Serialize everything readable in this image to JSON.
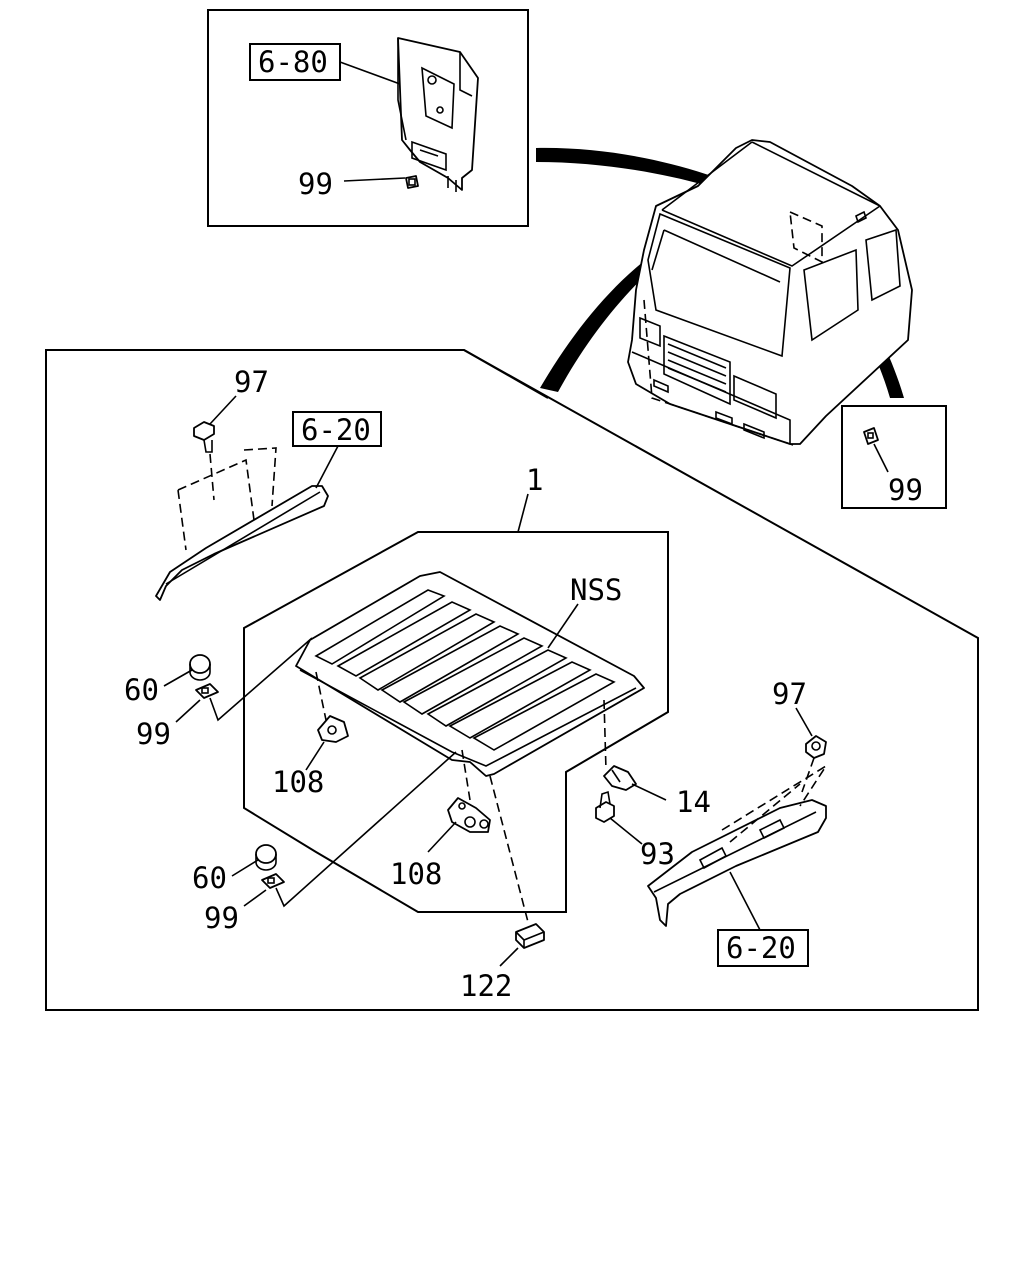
{
  "labels": {
    "ref_6_80": "6-80",
    "inset_top_99": "99",
    "inset_right_99": "99",
    "left_97": "97",
    "left_ref_6_20": "6-20",
    "part_1": "1",
    "nss": "NSS",
    "left_60_upper": "60",
    "left_99_upper": "99",
    "left_108": "108",
    "right_97": "97",
    "right_14": "14",
    "right_93": "93",
    "center_108": "108",
    "left_60_lower": "60",
    "left_99_lower": "99",
    "right_ref_6_20": "6-20",
    "bottom_122": "122"
  }
}
